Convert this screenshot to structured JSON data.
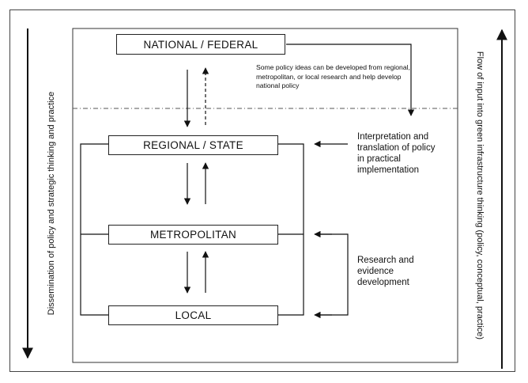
{
  "levels": {
    "national": "NATIONAL / FEDERAL",
    "regional": "REGIONAL / STATE",
    "metropolitan": "METROPOLITAN",
    "local": "LOCAL"
  },
  "notes": {
    "national_input": "Some policy ideas can be developed from regional, metropolitan, or local research and help develop national policy",
    "interpretation": "Interpretation and translation of policy in practical implementation",
    "research": "Research and evidence development"
  },
  "side_labels": {
    "left": "Dissemination of policy and strategic thinking and practice",
    "right": "Flow of input into green infrastructure thinking (policy, conceptual, practice)"
  }
}
